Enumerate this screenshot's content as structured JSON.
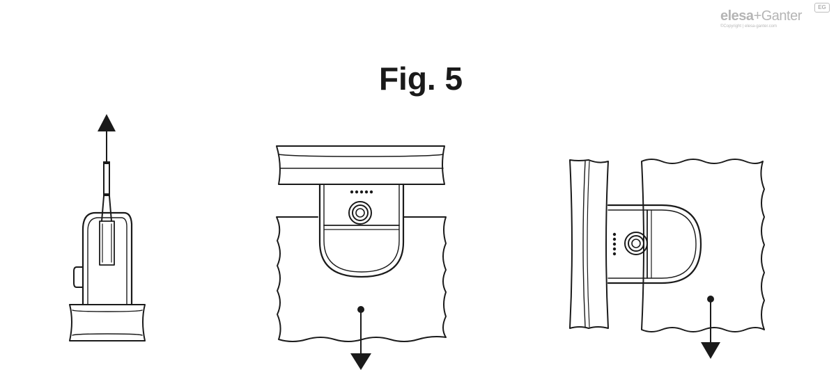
{
  "logo": {
    "brand": "elesa",
    "plus": "+",
    "partner": "Ganter",
    "badge": "EG",
    "copyright": "©Copyright | elesa-ganter.com"
  },
  "figure": {
    "title": "Fig. 5"
  },
  "colors": {
    "line": "#1a1a1a",
    "logo_grey": "#b5b5b5"
  }
}
